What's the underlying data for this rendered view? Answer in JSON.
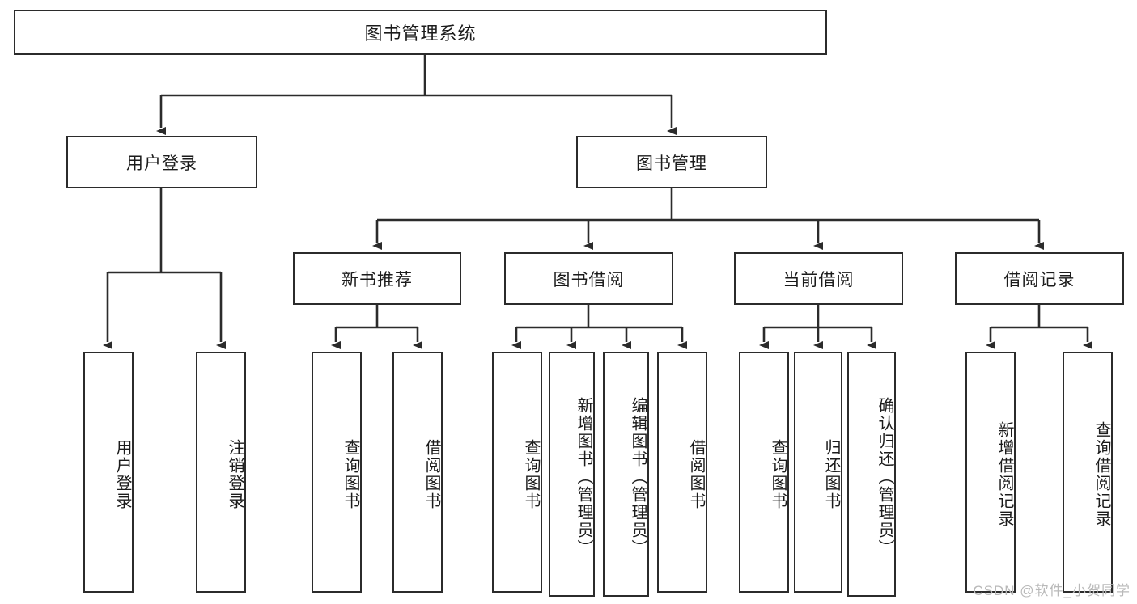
{
  "diagram": {
    "type": "tree-hierarchy",
    "title": "图书管理系统",
    "watermark": "CSDN @软件_小贺同学",
    "colors": {
      "stroke": "#2b2b2b",
      "fill": "#ffffff",
      "text": "#1b1b1b",
      "watermark": "#b9b9b9"
    },
    "nodes": {
      "root": "图书管理系统",
      "level2": {
        "user_login": "用户登录",
        "book_manage": "图书管理"
      },
      "level3": {
        "new_book_recommend": "新书推荐",
        "book_borrow": "图书借阅",
        "current_borrow": "当前借阅",
        "borrow_record": "借阅记录"
      },
      "leaves": {
        "user_login_children": [
          "用户登录",
          "注销登录"
        ],
        "new_book_recommend_children": [
          "查询图书",
          "借阅图书"
        ],
        "book_borrow_children": [
          "查询图书",
          "新增图书（管理员）",
          "编辑图书（管理员）",
          "借阅图书"
        ],
        "current_borrow_children": [
          "查询图书",
          "归还图书",
          "确认归还（管理员）"
        ],
        "borrow_record_children": [
          "新增借阅记录",
          "查询借阅记录"
        ]
      }
    }
  }
}
